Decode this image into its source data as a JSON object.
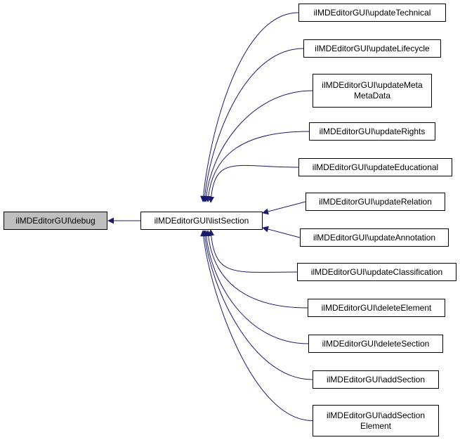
{
  "colors": {
    "edge": "#191970",
    "root_fill": "#bfbfbf",
    "node_fill": "#ffffff",
    "border": "#000000"
  },
  "nodes": {
    "debug": {
      "lines": [
        "ilMDEditorGUI\\debug"
      ]
    },
    "listSection": {
      "lines": [
        "ilMDEditorGUI\\listSection"
      ]
    },
    "callers": [
      {
        "lines": [
          "ilMDEditorGUI\\updateTechnical"
        ]
      },
      {
        "lines": [
          "ilMDEditorGUI\\updateLifecycle"
        ]
      },
      {
        "lines": [
          "ilMDEditorGUI\\updateMeta",
          "MetaData"
        ]
      },
      {
        "lines": [
          "ilMDEditorGUI\\updateRights"
        ]
      },
      {
        "lines": [
          "ilMDEditorGUI\\updateEducational"
        ]
      },
      {
        "lines": [
          "ilMDEditorGUI\\updateRelation"
        ]
      },
      {
        "lines": [
          "ilMDEditorGUI\\updateAnnotation"
        ]
      },
      {
        "lines": [
          "ilMDEditorGUI\\updateClassification"
        ]
      },
      {
        "lines": [
          "ilMDEditorGUI\\deleteElement"
        ]
      },
      {
        "lines": [
          "ilMDEditorGUI\\deleteSection"
        ]
      },
      {
        "lines": [
          "ilMDEditorGUI\\addSection"
        ]
      },
      {
        "lines": [
          "ilMDEditorGUI\\addSection",
          "Element"
        ]
      }
    ]
  }
}
